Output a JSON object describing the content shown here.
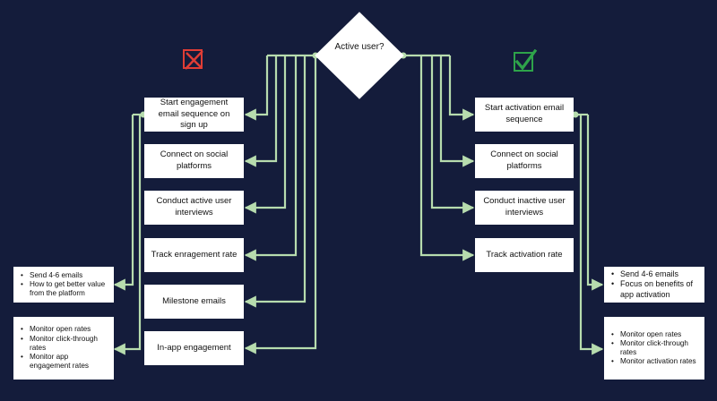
{
  "decision": {
    "label": "Active user?"
  },
  "colors": {
    "background": "#141c3b",
    "connector": "#b7dcae",
    "reject_icon": "#e03d35",
    "accept_icon": "#2ea34a"
  },
  "icons": {
    "left": "cross-box-icon",
    "right": "check-box-icon"
  },
  "left_branch": {
    "steps": [
      "Start engagement email sequence on sign up",
      "Connect on social platforms",
      "Conduct active user interviews",
      "Track enragement rate",
      "Milestone emails",
      "In-app engagement"
    ],
    "notes": [
      {
        "items": [
          "Send 4-6 emails",
          "How to get better value from the platform"
        ]
      },
      {
        "items": [
          "Monitor open rates",
          "Monitor click-through rates",
          "Monitor app engagement rates"
        ]
      }
    ]
  },
  "right_branch": {
    "steps": [
      "Start activation email sequence",
      "Connect on social platforms",
      "Conduct inactive user interviews",
      "Track activation rate"
    ],
    "notes": [
      {
        "items": [
          "Send 4-6 emails",
          "Focus on benefits of app activation"
        ]
      },
      {
        "items": [
          "Monitor open rates",
          "Monitor click-through rates",
          "Monitor activation rates"
        ]
      }
    ]
  }
}
